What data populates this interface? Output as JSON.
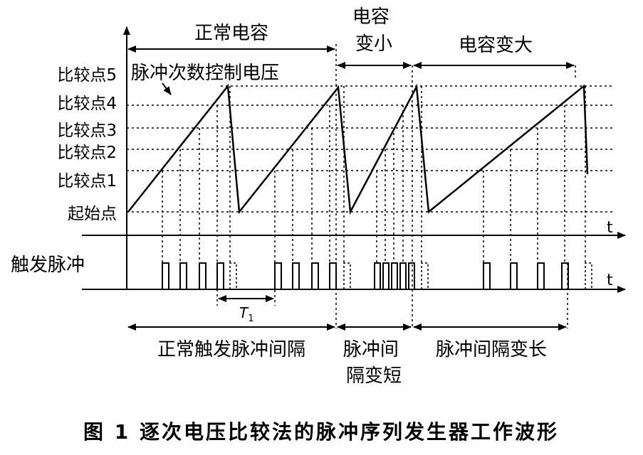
{
  "top_segments": [
    "正常电容",
    "电容\n变小",
    "电容变大"
  ],
  "level_labels": [
    "比较点5",
    "比较点4",
    "比较点3",
    "比较点2",
    "比较点1",
    "起始点"
  ],
  "voltage_label": "脉冲次数控制电压",
  "axis_t": "t",
  "trigger_label": "触发脉冲",
  "period_label": "T",
  "period_sub": "1",
  "bottom_segments": [
    "正常触发脉冲间隔",
    "脉冲间\n隔变短",
    "脉冲间隔变长"
  ],
  "caption": "图 1  逐次电压比较法的脉冲序列发生器工作波形"
}
